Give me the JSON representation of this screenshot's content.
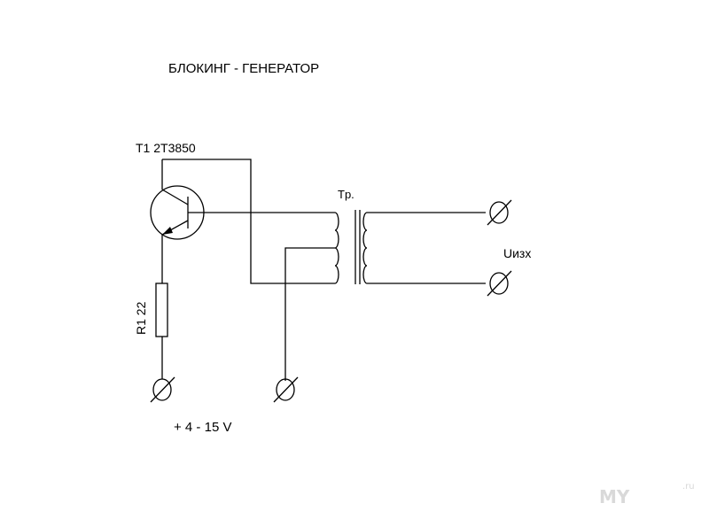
{
  "diagram": {
    "title": "БЛОКИНГ - ГЕНЕРАТОР",
    "transistor_label": "T1 2T3850",
    "transformer_label": "Tp.",
    "resistor_label": "R1 22",
    "output_label": "Uизх",
    "supply_label": "+ 4 - 15 V",
    "watermark_main": "MY",
    "watermark_suffix": ".ru"
  },
  "colors": {
    "line": "#000000",
    "background": "#ffffff",
    "watermark": "#d9d9d9"
  }
}
